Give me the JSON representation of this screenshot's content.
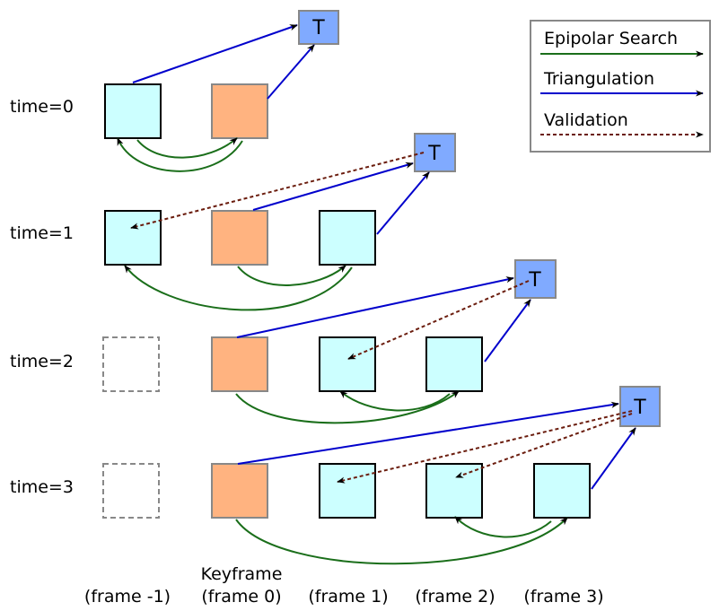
{
  "rows": [
    {
      "label": "time=0"
    },
    {
      "label": "time=1"
    },
    {
      "label": "time=2"
    },
    {
      "label": "time=3"
    }
  ],
  "columns": [
    {
      "label": "(frame -1)"
    },
    {
      "label": "(frame 0)",
      "sublabel": "Keyframe"
    },
    {
      "label": "(frame 1)"
    },
    {
      "label": "(frame 2)"
    },
    {
      "label": "(frame 3)"
    }
  ],
  "node_text": "T",
  "legend": {
    "items": [
      {
        "label": "Epipolar Search",
        "color": "#1a6e1a",
        "style": "solid"
      },
      {
        "label": "Triangulation",
        "color": "#0000cc",
        "style": "solid"
      },
      {
        "label": "Validation",
        "color": "#6b1d0e",
        "style": "dashed"
      }
    ]
  },
  "colors": {
    "frame_fill": "#ccffff",
    "keyframe_fill": "#ffb380",
    "triangulated_fill": "#80aaff",
    "empty_frame_border": "#888888",
    "box_border": "#000000"
  }
}
